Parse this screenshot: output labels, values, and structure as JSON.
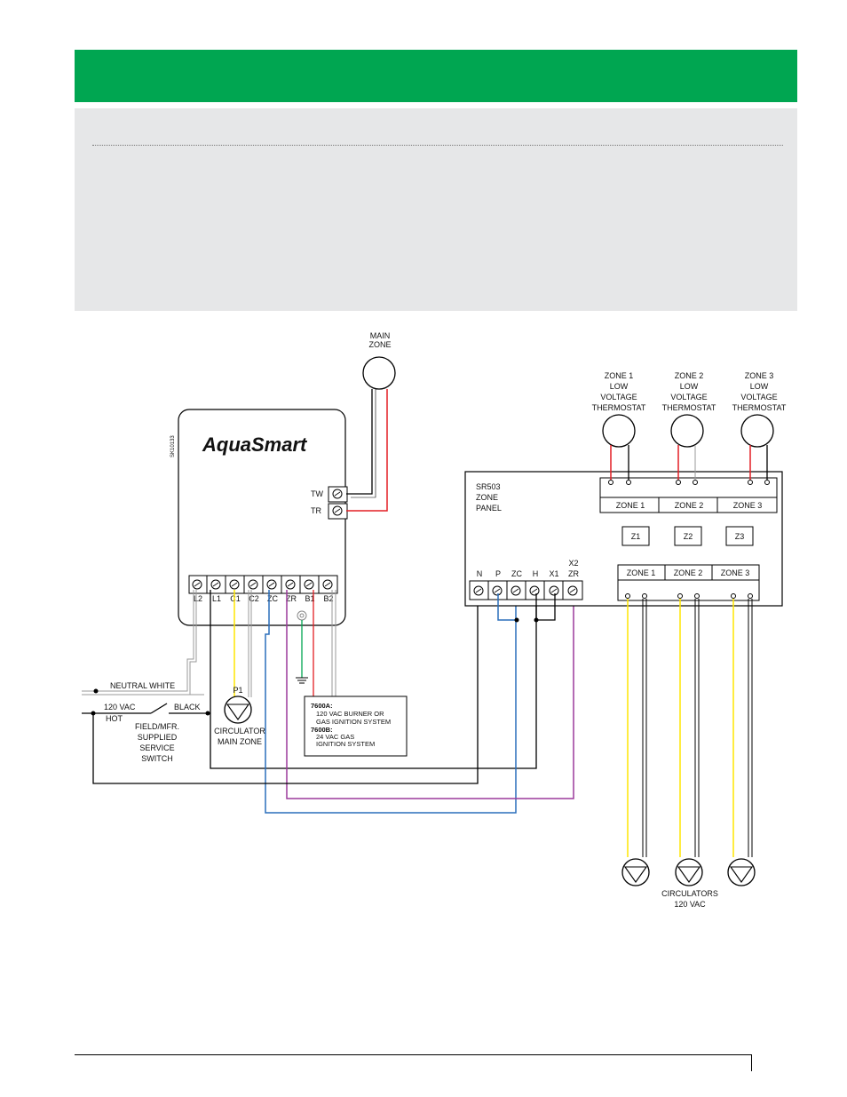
{
  "header": {
    "title": ""
  },
  "aquasmart": {
    "brand": "AquaSmart",
    "model_code": "SK10133",
    "terminals": [
      "L2",
      "L1",
      "C1",
      "C2",
      "ZC",
      "ZR",
      "B1",
      "B2"
    ],
    "tw_label": "TW",
    "tr_label": "TR"
  },
  "main_zone": {
    "line1": "MAIN",
    "line2": "ZONE"
  },
  "thermostats": [
    {
      "l1": "ZONE 1",
      "l2": "LOW",
      "l3": "VOLTAGE",
      "l4": "THERMOSTAT"
    },
    {
      "l1": "ZONE 2",
      "l2": "LOW",
      "l3": "VOLTAGE",
      "l4": "THERMOSTAT"
    },
    {
      "l1": "ZONE 3",
      "l2": "LOW",
      "l3": "VOLTAGE",
      "l4": "THERMOSTAT"
    }
  ],
  "zone_panel": {
    "title1": "SR503",
    "title2": "ZONE",
    "title3": "PANEL",
    "top_zones": [
      "ZONE 1",
      "ZONE 2",
      "ZONE 3"
    ],
    "z_buttons": [
      "Z1",
      "Z2",
      "Z3"
    ],
    "bottom_zones": [
      "ZONE 1",
      "ZONE 2",
      "ZONE 3"
    ],
    "terminals": [
      "N",
      "P",
      "ZC",
      "H",
      "X1",
      "ZR"
    ],
    "x2_label": "X2"
  },
  "wiring": {
    "neutral": "NEUTRAL WHITE",
    "hot_vac": "120 VAC",
    "hot": "HOT",
    "black": "BLACK",
    "switch": [
      "FIELD/MFR.",
      "SUPPLIED",
      "SERVICE",
      "SWITCH"
    ],
    "p1": "P1",
    "circulator": [
      "CIRCULATOR",
      "MAIN ZONE"
    ]
  },
  "note": {
    "a_title": "7600A:",
    "a_line1": "120 VAC BURNER OR",
    "a_line2": "GAS IGNITION SYSTEM",
    "b_title": "7600B:",
    "b_line1": "24 VAC GAS",
    "b_line2": "IGNITION SYSTEM"
  },
  "circulators": {
    "line1": "CIRCULATORS",
    "line2": "120 VAC"
  },
  "colors": {
    "green": "#00a651",
    "red": "#e31e24",
    "blue": "#2a6ebb",
    "purple": "#9b3a9b",
    "yellow": "#ffe600"
  }
}
